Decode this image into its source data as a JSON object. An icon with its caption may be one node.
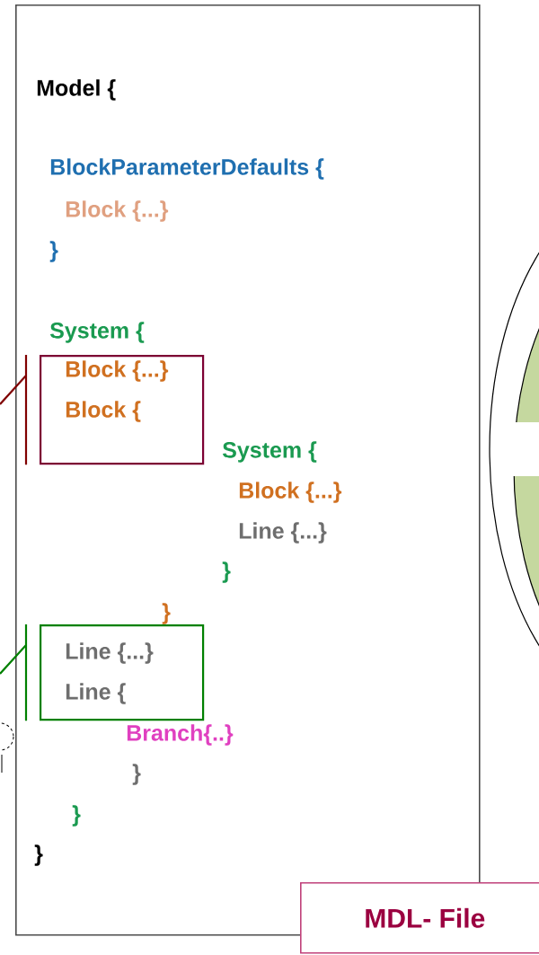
{
  "diagram": {
    "nodes": [
      {
        "text": [],
        "shape": "box"
      },
      {
        "text": [
          "Block {...}",
          "Block {"
        ],
        "in": 0
      },
      {
        "text": [
          "Line {...}",
          "Line {"
        ],
        "in": 0
      },
      {
        "text": [
          "MDL- File"
        ]
      }
    ],
    "edges": [
      {
        "from": null,
        "to": 1,
        "arrow": "none",
        "color": "#800000"
      },
      {
        "from": null,
        "to": 2,
        "arrow": "none",
        "color": "#008000"
      }
    ],
    "labels": [
      "Model {",
      "BlockParameterDefaults {",
      "Block {...}",
      "}",
      "System {",
      "System {",
      "Block {...}",
      "Line {...}",
      "}",
      "}",
      "Branch{..}",
      "}",
      "}",
      "}"
    ]
  }
}
